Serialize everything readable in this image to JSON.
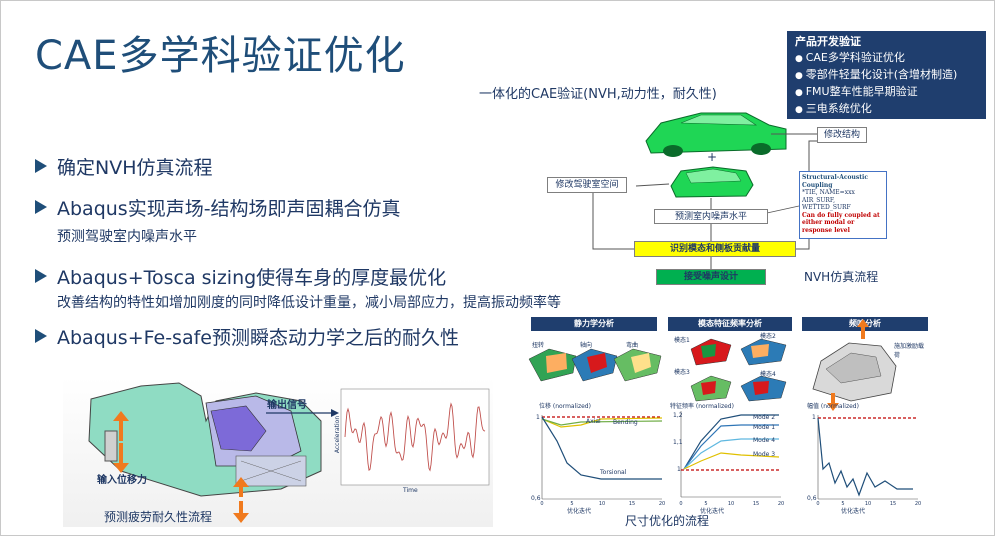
{
  "title": "CAE多学科验证优化",
  "corner": {
    "heading": "产品开发验证",
    "items": [
      "CAE多学科验证优化",
      "零部件轻量化设计(含增材制造)",
      "FMU整车性能早期验证",
      "三电系统优化"
    ]
  },
  "subtitle": "一体化的CAE验证(NVH,动力性，耐久性)",
  "bullets": [
    {
      "text": "确定NVH仿真流程"
    },
    {
      "text": "Abaqus实现声场-结构场即声固耦合仿真",
      "sub": "预测驾驶室内噪声水平"
    },
    {
      "text": "Abaqus+Tosca sizing使得车身的厚度最优化",
      "sub": "改善结构的特性如增加刚度的同时降低设计重量，减小局部应力，提高振动频率等"
    },
    {
      "text": "Abaqus+Fe-safe预测瞬态动力学之后的耐久性"
    }
  ],
  "flow": {
    "modify_structure": "修改结构",
    "modify_cabin": "修改驾驶室空间",
    "predict_noise": "预测室内噪声水平",
    "identify_modes": "识别模态和侧板贡献量",
    "accept_design": "接受噪声设计",
    "plus": "+",
    "code_title": "Structural-Acoustic Coupling",
    "code_lines": [
      "*TIE, NAME=xxx",
      "AIR_SURF,",
      "WETTED_SURF"
    ],
    "code_note": "Can do fully coupled at either modal or response level",
    "caption": "NVH仿真流程"
  },
  "fatigue": {
    "output_signal": "输出信号",
    "input_displacement": "输入位移力",
    "caption": "预测疲劳耐久性流程",
    "x_axis": "Time",
    "y_axis": "Acceleration"
  },
  "sizing": {
    "caption": "尺寸优化的流程",
    "panels": [
      {
        "title": "静力学分析",
        "labels": [
          "扭转",
          "轴向",
          "弯曲"
        ],
        "ylabel": "位移 (normalized)",
        "xlabel": "优化迭代",
        "series": [
          "Axial",
          "Bending",
          "Torsional"
        ],
        "yticks": [
          "1",
          "0,6"
        ],
        "xticks": [
          "0",
          "5",
          "10",
          "15",
          "20"
        ]
      },
      {
        "title": "模态特征频率分析",
        "labels": [
          "模态1",
          "模态2",
          "模态3",
          "模态4"
        ],
        "ylabel": "特征频率 (normalized)",
        "xlabel": "优化迭代",
        "series": [
          "Mode 2",
          "Mode 1",
          "Mode 4",
          "Mode 3"
        ],
        "yticks": [
          "1,2",
          "1,1",
          "1"
        ],
        "xticks": [
          "0",
          "5",
          "10",
          "15",
          "20"
        ]
      },
      {
        "title": "频响分析",
        "labels": [
          "施加激励载荷"
        ],
        "ylabel": "幅值 (normalized)",
        "xlabel": "优化迭代",
        "yticks": [
          "1",
          "0,6"
        ],
        "xticks": [
          "0",
          "5",
          "10",
          "15",
          "20"
        ]
      }
    ]
  },
  "colors": {
    "navy": "#1f3e6e",
    "car_green": "#1fd655",
    "yellow": "#ffff00",
    "green": "#00b050",
    "red": "#c00000"
  }
}
